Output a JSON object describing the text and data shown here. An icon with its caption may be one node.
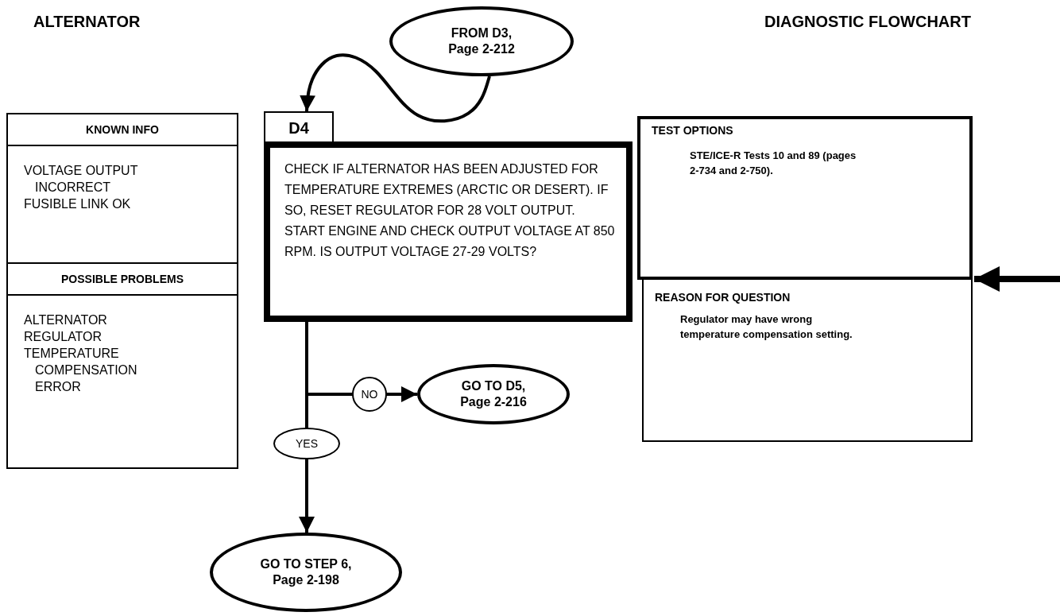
{
  "diagram": {
    "nodes": [
      {
        "text": [
          "FROM D3, Page 2-212"
        ]
      },
      {
        "text": [
          "D4",
          "CHECK IF ALTERNATOR HAS BEEN ADJUSTED FOR TEMPERATURE EXTREMES (ARCTIC OR DESERT). IF SO, RESET REGULATOR FOR 28 VOLT OUTPUT. START ENGINE AND CHECK OUTPUT VOLTAGE AT 850 RPM. IS OUTPUT VOLTAGE 27-29 VOLTS?"
        ]
      },
      {
        "text": [
          "KNOWN INFO",
          "VOLTAGE OUTPUT INCORRECT",
          "FUSIBLE LINK OK"
        ]
      },
      {
        "text": [
          "POSSIBLE PROBLEMS",
          "ALTERNATOR",
          "REGULATOR",
          "TEMPERATURE COMPENSATION ERROR"
        ]
      },
      {
        "text": [
          "TEST OPTIONS",
          "STE/ICE-R Tests 10 and 89 (pages 2-734 and 2-750)."
        ]
      },
      {
        "text": [
          "REASON FOR QUESTION",
          "Regulator may have wrong temperature compensation setting."
        ]
      },
      {
        "text": [
          "GO TO D5, Page 2-216"
        ]
      },
      {
        "text": [
          "GO TO STEP 6, Page 2-198"
        ]
      }
    ],
    "edges": [
      {
        "from": 0,
        "to": 1,
        "arrow": "to"
      },
      {
        "from": 1,
        "to": 6,
        "arrow": "to",
        "label": "NO"
      },
      {
        "from": 1,
        "to": 7,
        "arrow": "to",
        "label": "YES"
      },
      {
        "from": null,
        "to": 4,
        "arrow": "to",
        "style": "thick"
      }
    ],
    "labels": [
      "ALTERNATOR",
      "DIAGNOSTIC FLOWCHART"
    ]
  }
}
